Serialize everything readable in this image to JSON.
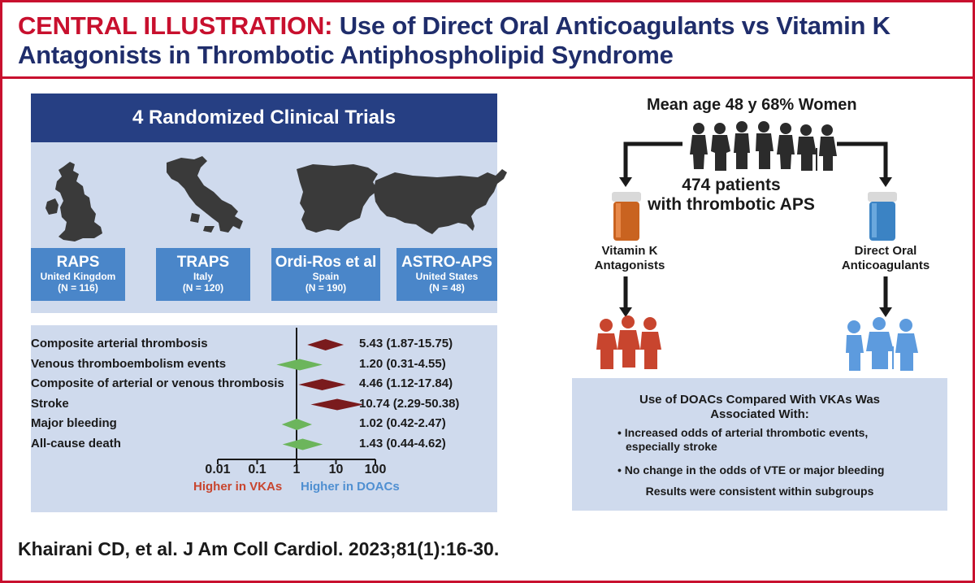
{
  "header": {
    "prefix": "CENTRAL ILLUSTRATION:",
    "title_line1": "Use of Direct Oral Anticoagulants vs Vitamin K",
    "title_line2": "Antagonists in Thrombotic Antiphospholipid Syndrome"
  },
  "trials": {
    "heading": "4 Randomized Clinical Trials",
    "items": [
      {
        "name": "RAPS",
        "country": "United Kingdom",
        "n": "(N = 116)"
      },
      {
        "name": "TRAPS",
        "country": "Italy",
        "n": "(N = 120)"
      },
      {
        "name": "Ordi-Ros et al",
        "country": "Spain",
        "n": "(N = 190)"
      },
      {
        "name": "ASTRO-APS",
        "country": "United States",
        "n": "(N = 48)"
      }
    ]
  },
  "chart_data": {
    "type": "forest",
    "scale": "log",
    "xlim": [
      0.01,
      100
    ],
    "reference_line": 1,
    "ticks": [
      "0.01",
      "0.1",
      "1",
      "10",
      "100"
    ],
    "left_direction_label": "Higher in VKAs",
    "right_direction_label": "Higher in DOACs",
    "colors": {
      "increased": "#7a1b1d",
      "neutral": "#6cb55c",
      "vka": "#c8452e",
      "doac": "#4f8fd1"
    },
    "outcomes": [
      {
        "label": "Composite arterial thrombosis",
        "estimate": 5.43,
        "lower": 1.87,
        "upper": 15.75,
        "text": "5.43 (1.87-15.75)",
        "color": "increased"
      },
      {
        "label": "Venous thromboembolism events",
        "estimate": 1.2,
        "lower": 0.31,
        "upper": 4.55,
        "text": "1.20 (0.31-4.55)",
        "color": "neutral"
      },
      {
        "label": "Composite of arterial or venous thrombosis",
        "estimate": 4.46,
        "lower": 1.12,
        "upper": 17.84,
        "text": "4.46 (1.12-17.84)",
        "color": "increased"
      },
      {
        "label": "Stroke",
        "estimate": 10.74,
        "lower": 2.29,
        "upper": 50.38,
        "text": "10.74 (2.29-50.38)",
        "color": "increased"
      },
      {
        "label": "Major bleeding",
        "estimate": 1.02,
        "lower": 0.42,
        "upper": 2.47,
        "text": "1.02 (0.42-2.47)",
        "color": "neutral"
      },
      {
        "label": "All-cause death",
        "estimate": 1.43,
        "lower": 0.44,
        "upper": 4.62,
        "text": "1.43 (0.44-4.62)",
        "color": "neutral"
      }
    ]
  },
  "population": {
    "demographics": "Mean age 48 y 68% Women",
    "count": "474 patients",
    "description": "with thrombotic APS",
    "vka_label_line1": "Vitamin K",
    "vka_label_line2": "Antagonists",
    "doac_label_line1": "Direct Oral",
    "doac_label_line2": "Anticoagulants"
  },
  "summary": {
    "heading_line1": "Use of DOACs Compared With VKAs Was",
    "heading_line2": "Associated With:",
    "bullet1_line1": "• Increased odds of arterial thrombotic events,",
    "bullet1_line2": "especially stroke",
    "bullet2": "• No change in the odds of VTE or major bleeding",
    "footer": "Results were consistent within subgroups"
  },
  "citation": "Khairani CD, et al. J Am Coll Cardiol. 2023;81(1):16-30."
}
